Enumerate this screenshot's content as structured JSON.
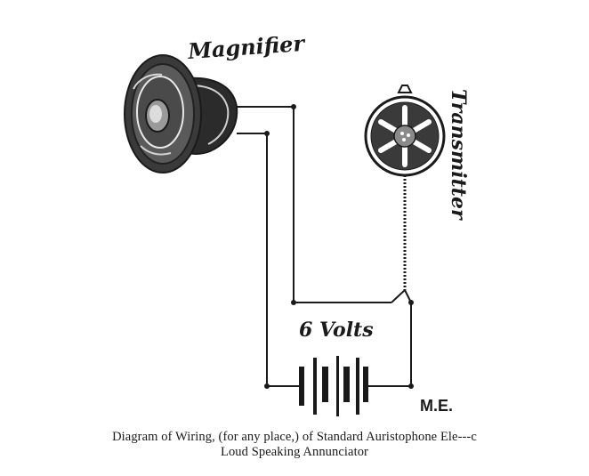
{
  "diagram": {
    "labels": {
      "magnifier": "Magnifier",
      "transmitter": "Transmitter",
      "voltage": "6 Volts",
      "me": "M.E."
    },
    "caption": {
      "line1": "Diagram of Wiring, (for any place,) of Standard Auristophone Ele---c",
      "line2": "Loud Speaking Annunciator"
    }
  },
  "colors": {
    "ink": "#1a1a1a",
    "paper": "#ffffff"
  }
}
